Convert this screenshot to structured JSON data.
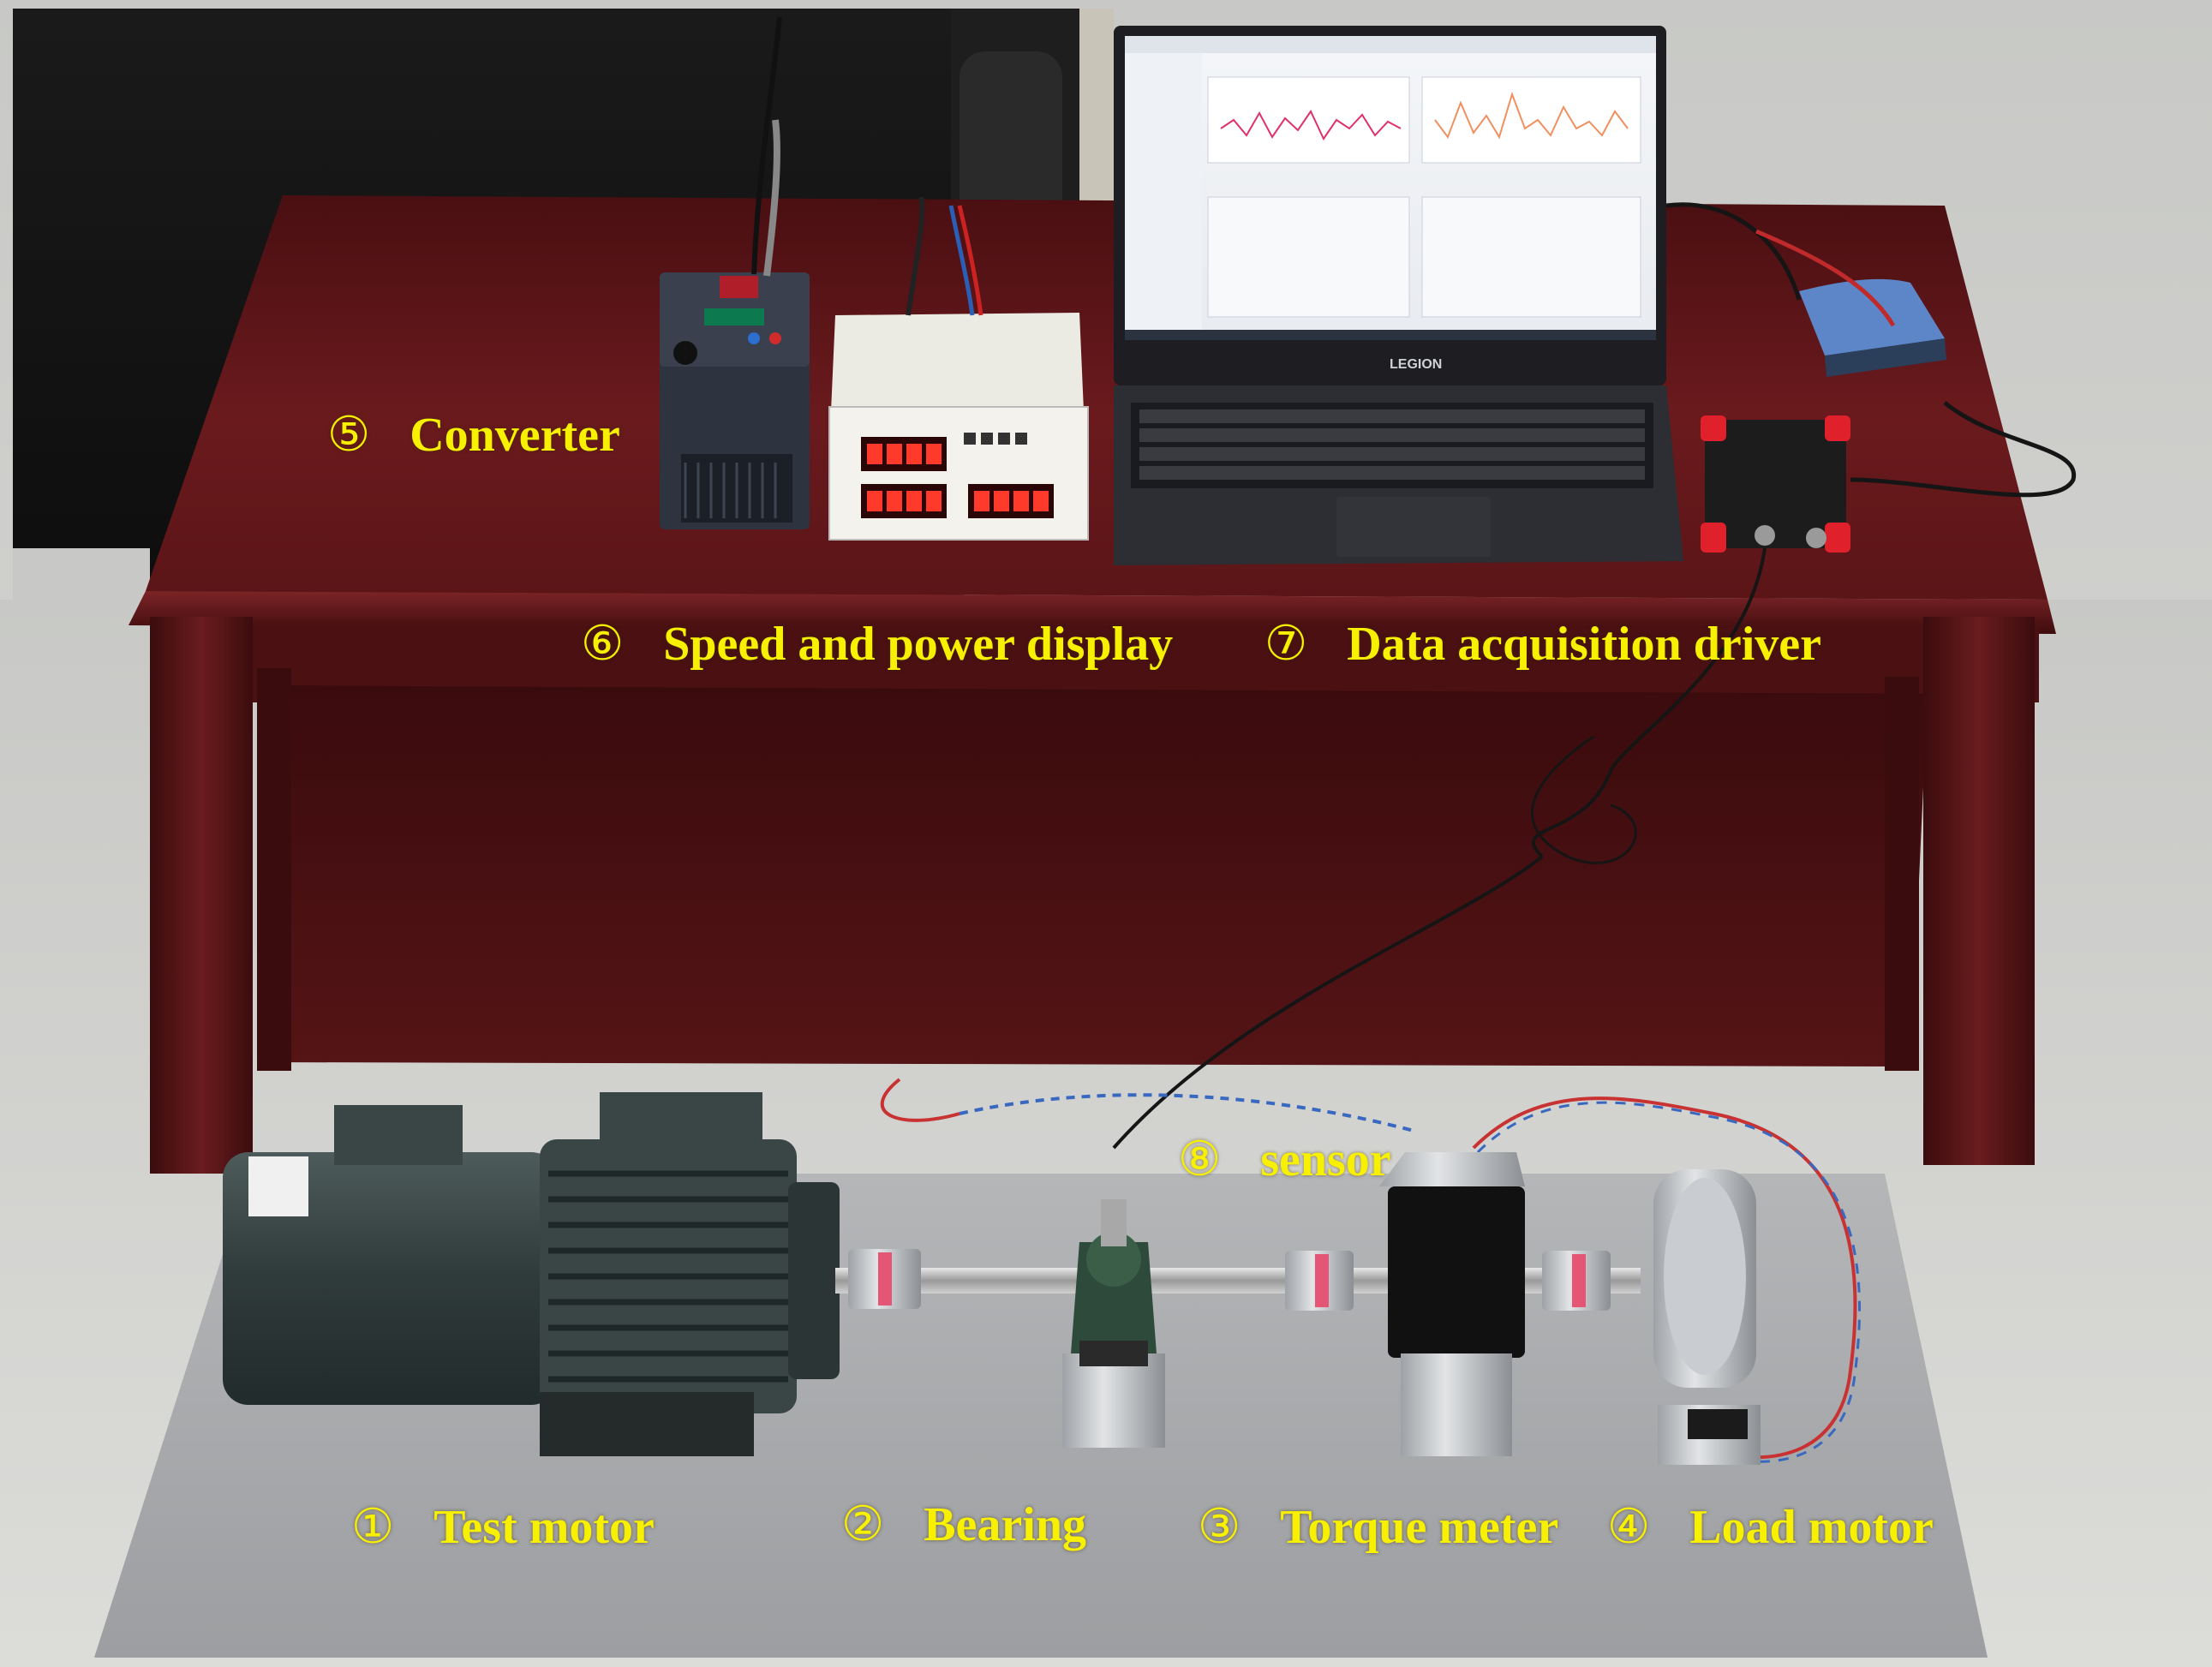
{
  "labels": {
    "converter": {
      "num": "⑤",
      "text": "Converter"
    },
    "display": {
      "num": "⑥",
      "text": "Speed and power display"
    },
    "daq": {
      "num": "⑦",
      "text": "Data acquisition driver"
    },
    "sensor": {
      "num": "⑧",
      "text": "sensor"
    },
    "test_motor": {
      "num": "①",
      "text": "Test motor"
    },
    "bearing": {
      "num": "②",
      "text": "Bearing"
    },
    "torque": {
      "num": "③",
      "text": "Torque meter"
    },
    "load_motor": {
      "num": "④",
      "text": "Load motor"
    }
  },
  "laptop": {
    "brand": "LEGION"
  },
  "colors": {
    "label": "#f7f000",
    "table": "#5a1416",
    "floor": "#cfd0cc",
    "base_plate": "#a9abad",
    "motor": "#3b4747"
  }
}
